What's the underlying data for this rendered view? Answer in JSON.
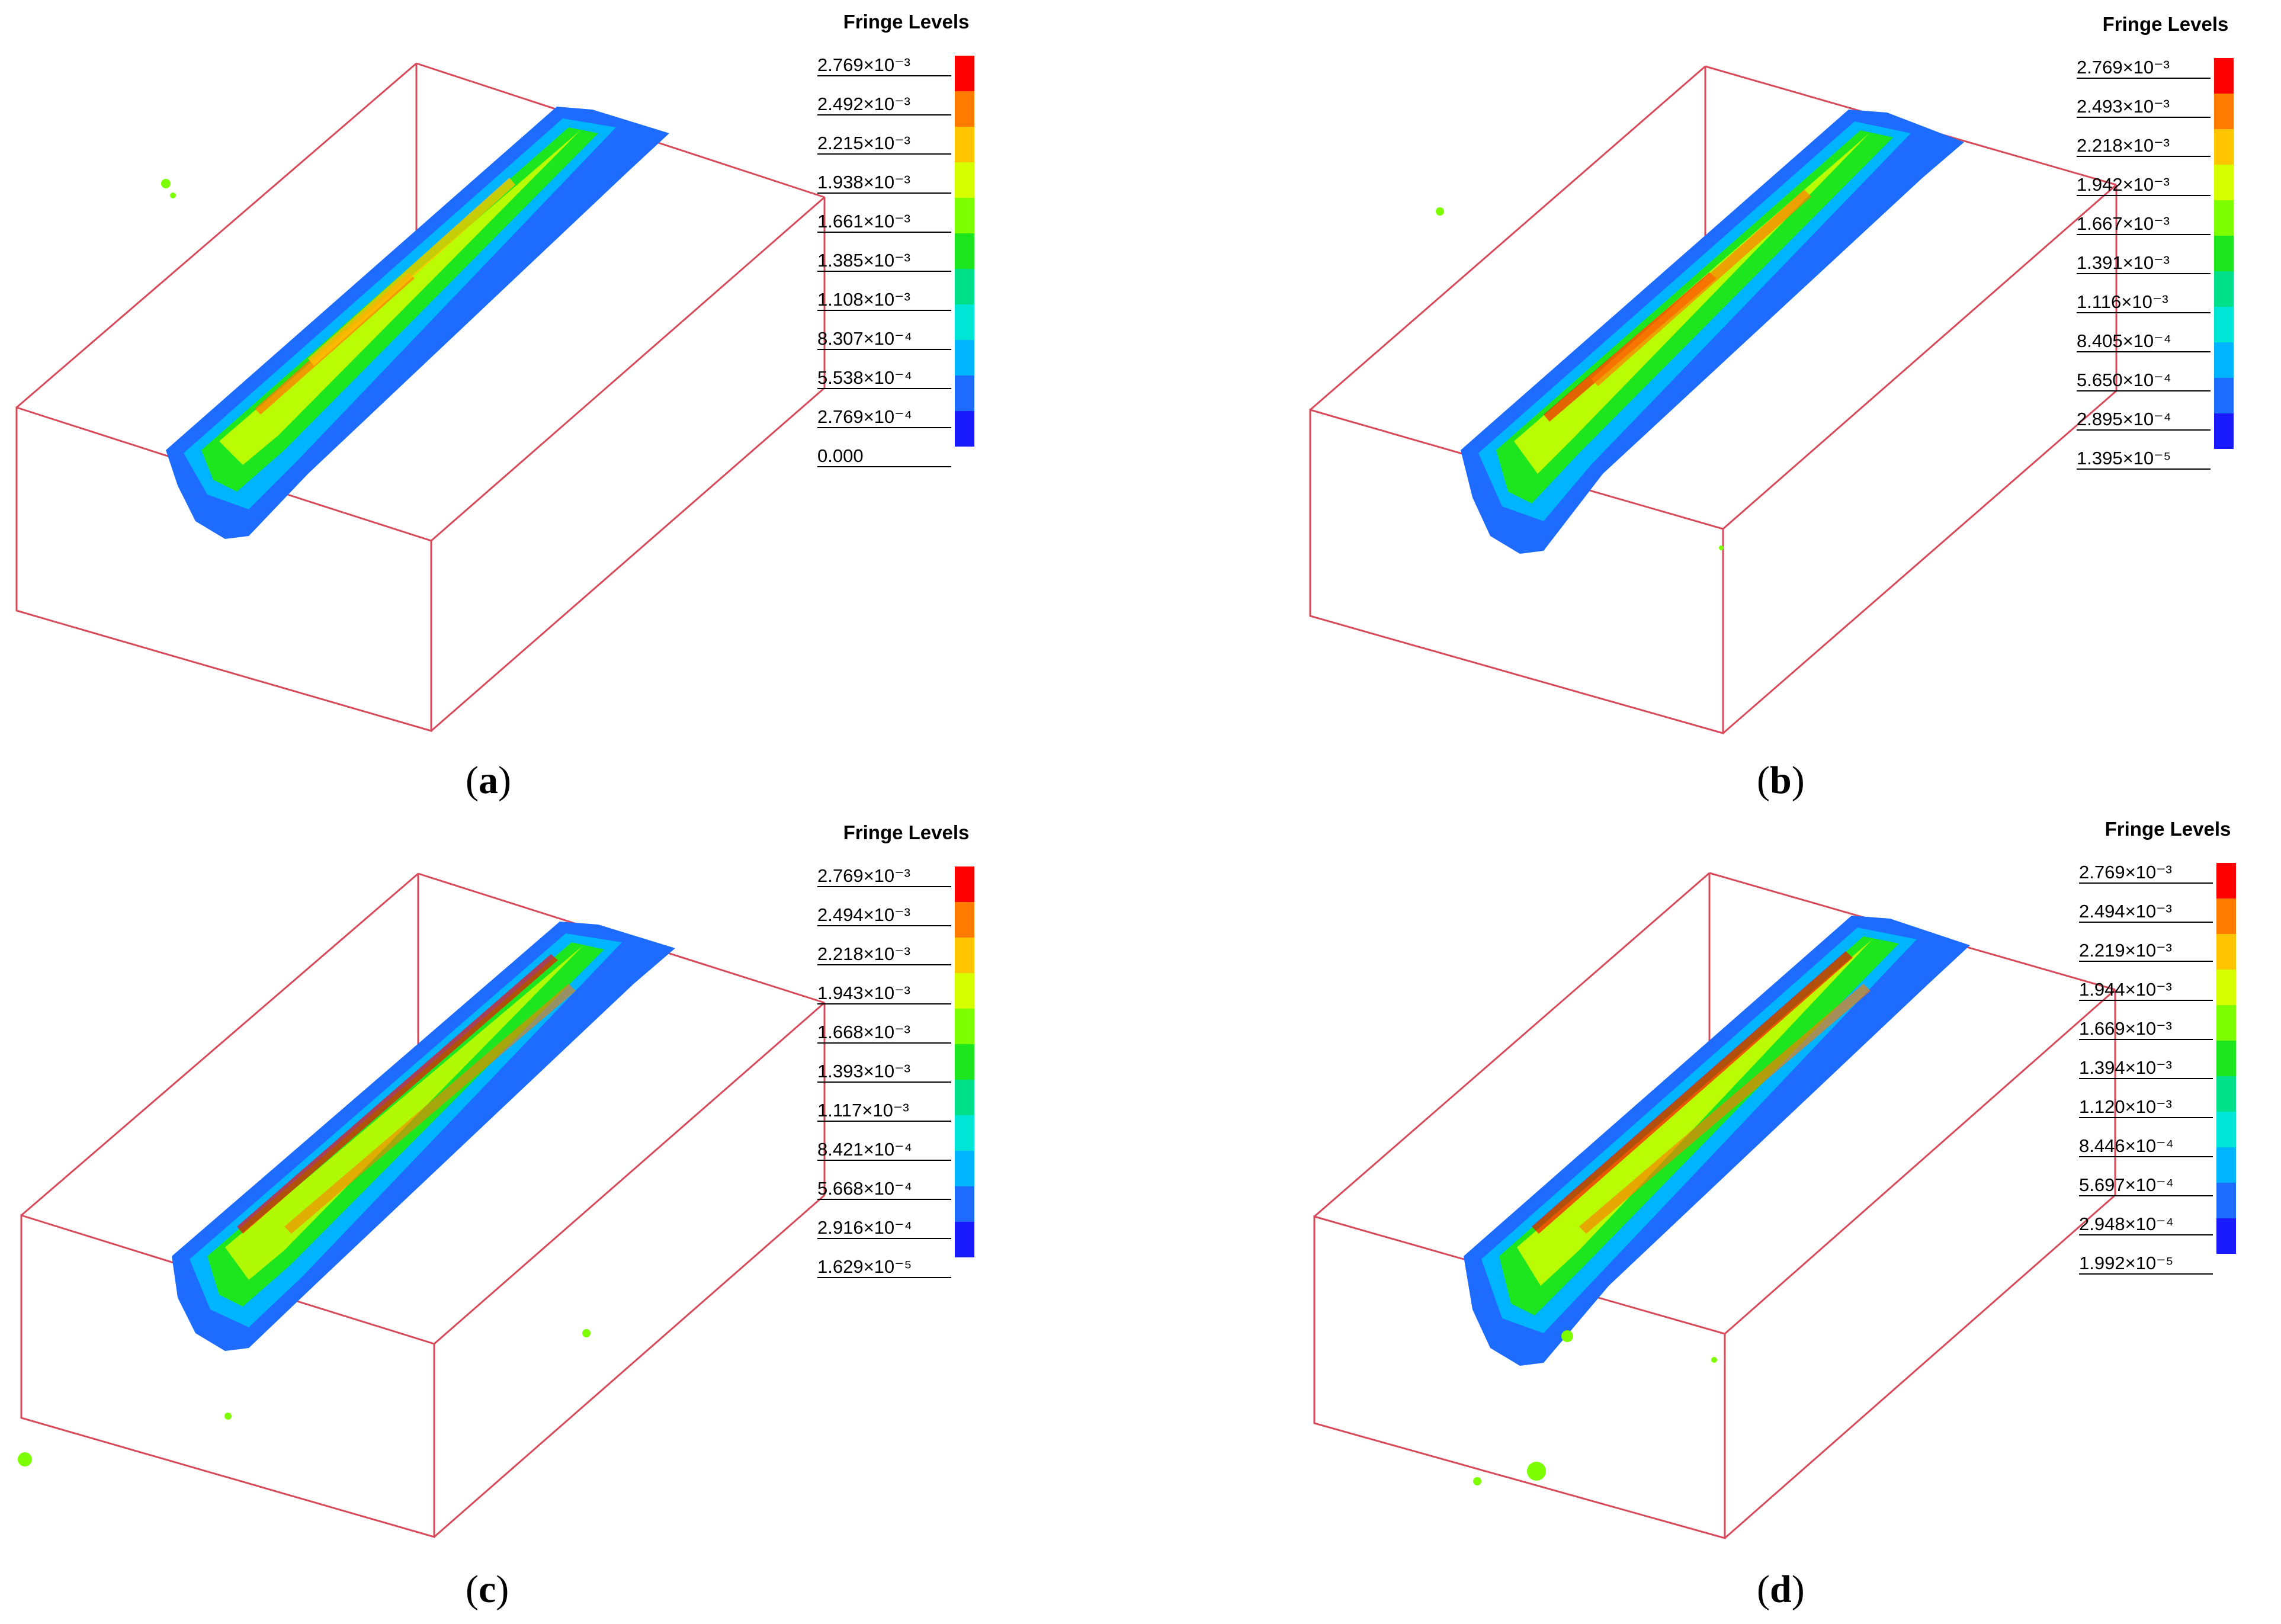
{
  "figure": {
    "panels": [
      {
        "id": "a",
        "caption_letter": "a",
        "legend": {
          "title": "Fringe Levels",
          "labels": [
            "2.769×10⁻³",
            "2.492×10⁻³",
            "2.215×10⁻³",
            "1.938×10⁻³",
            "1.661×10⁻³",
            "1.385×10⁻³",
            "1.108×10⁻³",
            "8.307×10⁻⁴",
            "5.538×10⁻⁴",
            "2.769×10⁻⁴",
            "0.000"
          ]
        }
      },
      {
        "id": "b",
        "caption_letter": "b",
        "legend": {
          "title": "Fringe Levels",
          "labels": [
            "2.769×10⁻³",
            "2.493×10⁻³",
            "2.218×10⁻³",
            "1.942×10⁻³",
            "1.667×10⁻³",
            "1.391×10⁻³",
            "1.116×10⁻³",
            "8.405×10⁻⁴",
            "5.650×10⁻⁴",
            "2.895×10⁻⁴",
            "1.395×10⁻⁵"
          ]
        }
      },
      {
        "id": "c",
        "caption_letter": "c",
        "legend": {
          "title": "Fringe Levels",
          "labels": [
            "2.769×10⁻³",
            "2.494×10⁻³",
            "2.218×10⁻³",
            "1.943×10⁻³",
            "1.668×10⁻³",
            "1.393×10⁻³",
            "1.117×10⁻³",
            "8.421×10⁻⁴",
            "5.668×10⁻⁴",
            "2.916×10⁻⁴",
            "1.629×10⁻⁵"
          ]
        }
      },
      {
        "id": "d",
        "caption_letter": "d",
        "legend": {
          "title": "Fringe Levels",
          "labels": [
            "2.769×10⁻³",
            "2.494×10⁻³",
            "2.219×10⁻³",
            "1.944×10⁻³",
            "1.669×10⁻³",
            "1.394×10⁻³",
            "1.120×10⁻³",
            "8.446×10⁻⁴",
            "5.697×10⁻⁴",
            "2.948×10⁻⁴",
            "1.992×10⁻⁵"
          ]
        }
      }
    ],
    "colors": {
      "box_edge": "#d84a5a",
      "fringe_scale": [
        "#ff0000",
        "#ff7a00",
        "#ffc400",
        "#d6ff00",
        "#7dff00",
        "#1ee61e",
        "#00e08a",
        "#00e6d6",
        "#00b4ff",
        "#1e6bff",
        "#1a1aff"
      ]
    }
  }
}
